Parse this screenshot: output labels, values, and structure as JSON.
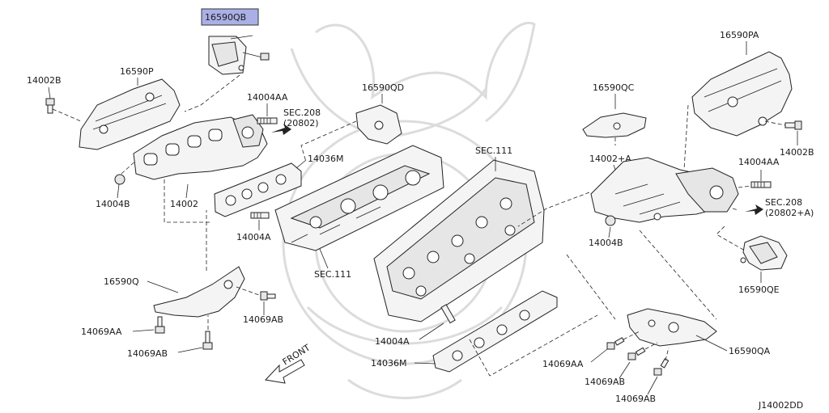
{
  "diagram": {
    "code": "J14002DD",
    "front_label": "FRONT",
    "labels": {
      "p16590QB": "16590QB",
      "p16590P": "16590P",
      "p14002B_left": "14002B",
      "p14004AA_left": "14004AA",
      "sec208_left": "SEC.208",
      "sec208_left_ref": "(20802)",
      "p16590QD": "16590QD",
      "p14036M_top": "14036M",
      "p14004B_left": "14004B",
      "p14002": "14002",
      "p14004A_left": "14004A",
      "sec111_left": "SEC.111",
      "sec111_right": "SEC.111",
      "p16590Q": "16590Q",
      "p14069AA_left": "14069AA",
      "p14069AB_left1": "14069AB",
      "p14069AB_left2": "14069AB",
      "p14004A_bottom": "14004A",
      "p14036M_bottom": "14036M",
      "p16590QC": "16590QC",
      "p14002A": "14002+A",
      "p14004B_right": "14004B",
      "p16590PA": "16590PA",
      "p14002B_right": "14002B",
      "p14004AA_right": "14004AA",
      "sec208_right": "SEC.208",
      "sec208_right_ref": "(20802+A)",
      "p16590QE": "16590QE",
      "p14069AA_right": "14069AA",
      "p14069AB_right1": "14069AB",
      "p14069AB_right2": "14069AB",
      "p16590QA": "16590QA"
    },
    "highlight_color": "#aab0e6"
  }
}
